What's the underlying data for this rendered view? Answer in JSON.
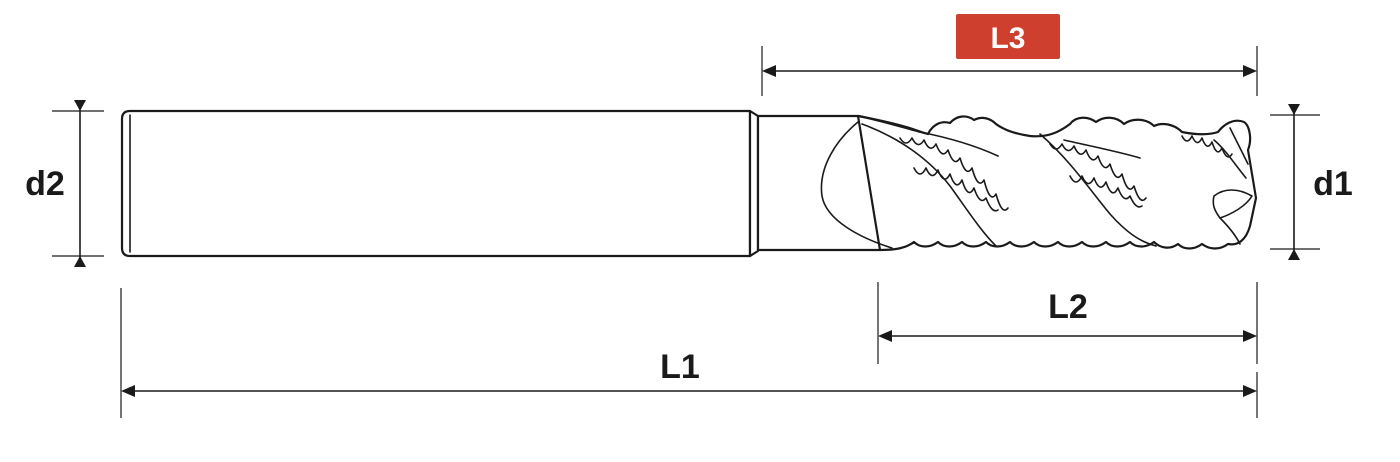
{
  "labels": {
    "l3": "L3",
    "l2": "L2",
    "l1": "L1",
    "d1": "d1",
    "d2": "d2"
  },
  "colors": {
    "badge_fill": "#cf3f2e",
    "line": "#1a1a1a",
    "badge_text": "#ffffff"
  }
}
